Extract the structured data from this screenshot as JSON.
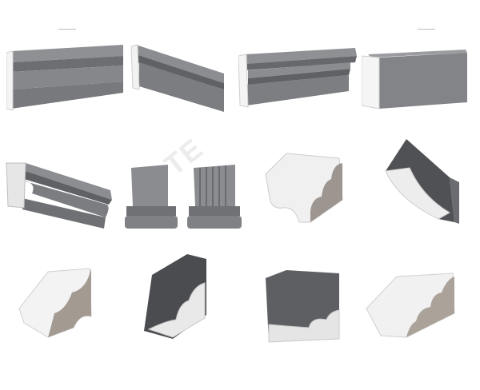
{
  "watermark": "TE",
  "colors": {
    "stone": "#7e8084",
    "stone_dark": "#5f6165",
    "stone_light": "#9a9ca0",
    "foam": "#f2f2f2",
    "foam_shade": "#d8d8d8",
    "mesh": "#a29a90",
    "background": "#ffffff"
  },
  "products": [
    {
      "name": "flat-cornice-strip-moulding"
    },
    {
      "name": "stepped-ledge-moulding"
    },
    {
      "name": "rounded-lip-cornice-moulding"
    },
    {
      "name": "rectangular-block-moulding"
    },
    {
      "name": "deep-cove-cornice-moulding"
    },
    {
      "name": "plain-column-base"
    },
    {
      "name": "fluted-column-base"
    },
    {
      "name": "white-foam-profile-moulding"
    },
    {
      "name": "crown-cove-moulding"
    },
    {
      "name": "white-crown-moulding-corner"
    },
    {
      "name": "dark-ogee-moulding"
    },
    {
      "name": "dark-step-profile-moulding"
    },
    {
      "name": "white-stepped-crown-moulding"
    }
  ]
}
